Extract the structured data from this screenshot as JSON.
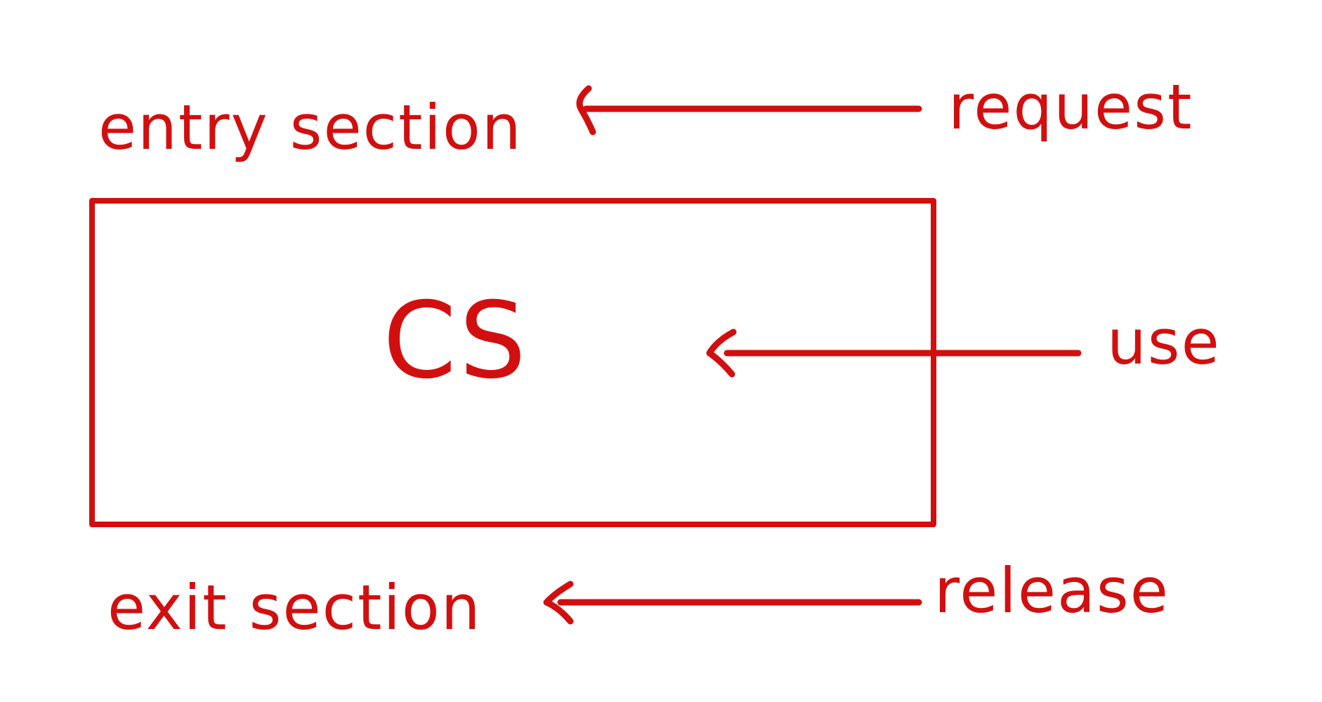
{
  "diagram": {
    "stroke_color": "#d20f0f",
    "background": "#ffffff",
    "labels": {
      "entry_section": "entry section",
      "request": "request",
      "cs": "CS",
      "use": "use",
      "exit_section": "exit section",
      "release": "release"
    },
    "arrows": [
      {
        "from": "request",
        "to": "entry section"
      },
      {
        "from": "use",
        "to": "CS"
      },
      {
        "from": "release",
        "to": "exit section"
      }
    ]
  }
}
